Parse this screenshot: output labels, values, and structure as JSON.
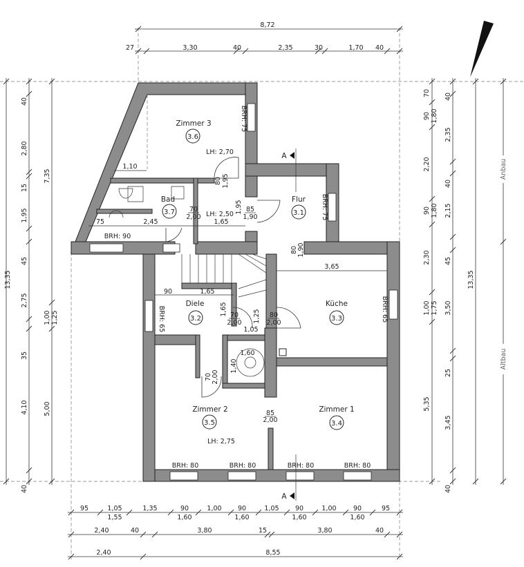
{
  "rooms": [
    {
      "name": "Zimmer 3",
      "number": "3.6",
      "ceiling": "LH: 2,70"
    },
    {
      "name": "Bad",
      "number": "3.7",
      "ceiling": "LH: 2,50"
    },
    {
      "name": "Flur",
      "number": "3.1"
    },
    {
      "name": "Diele",
      "number": "3.2"
    },
    {
      "name": "Küche",
      "number": "3.3"
    },
    {
      "name": "Zimmer 2",
      "number": "3.5",
      "ceiling": "LH: 2,75"
    },
    {
      "name": "Zimmer 1",
      "number": "3.4"
    }
  ],
  "section_marker": "A",
  "building_parts": {
    "upper": "Anbau",
    "lower": "Altbau"
  },
  "dims_top": {
    "total": "8,72",
    "chain": [
      "27",
      "3,30",
      "40",
      "2,35",
      "30",
      "1,70",
      "40"
    ]
  },
  "dims_bottom": {
    "row1": [
      "95",
      "1,05",
      "1,55",
      "1,35",
      "90",
      "1,60",
      "1,00",
      "90",
      "1,60",
      "1,05",
      "90",
      "1,60",
      "1,00",
      "90",
      "1,60",
      "95"
    ],
    "row2": [
      "2,40",
      "40",
      "3,80",
      "15",
      "3,80",
      "40"
    ],
    "row3": [
      "2,40",
      "8,55"
    ]
  },
  "dims_left": {
    "total": "13,35",
    "chain": [
      "40",
      "2,80",
      "15",
      "1,95",
      "45",
      "2,75",
      "35",
      "4,10",
      "40"
    ],
    "mid": [
      "7,35",
      "1,00",
      "1,25",
      "5,00"
    ]
  },
  "dims_right": {
    "chain1": [
      "70",
      "90",
      "1,80",
      "2,20",
      "90",
      "1,80",
      "2,30",
      "1,00",
      "1,75",
      "5,35"
    ],
    "chain2": [
      "40",
      "2,35",
      "40",
      "2,15",
      "45",
      "3,50",
      "25",
      "3,45",
      "40"
    ],
    "total": "13,35"
  },
  "interior_labels": {
    "z3_110": "1,10",
    "bad_75": "75",
    "bad_245": "2,45",
    "brh90": "BRH: 90",
    "bad_door_w": "70",
    "bad_door_h": "2,00",
    "corr_165": "1,65",
    "corr_195": "1,95",
    "flur_door_w": "85",
    "flur_door_h": "1,90",
    "z3_door_w": "80",
    "z3_door_h": "1,95",
    "brh75a": "BRH: 75",
    "brh75b": "BRH: 75",
    "flur_open_w": "80",
    "flur_open_h": "1,90",
    "k_365": "3,65",
    "diele_90": "90",
    "diele_165": "1,65",
    "brh65a": "BRH: 65",
    "diele_165v": "1,65",
    "wc_door_w": "70",
    "wc_door_h": "2,00",
    "d_125": "1,25",
    "k_door_w": "80",
    "k_door_h": "2,00",
    "d_105": "1,05",
    "st_160": "1,60",
    "st_140": "1,40",
    "z2_door_w": "70",
    "z2_door_h": "2,00",
    "z1_door_w": "85",
    "z1_door_h": "2,00",
    "brh65b": "BRH: 65",
    "brh80": [
      "BRH: 80",
      "BRH: 80",
      "BRH: 80",
      "BRH: 80"
    ]
  }
}
